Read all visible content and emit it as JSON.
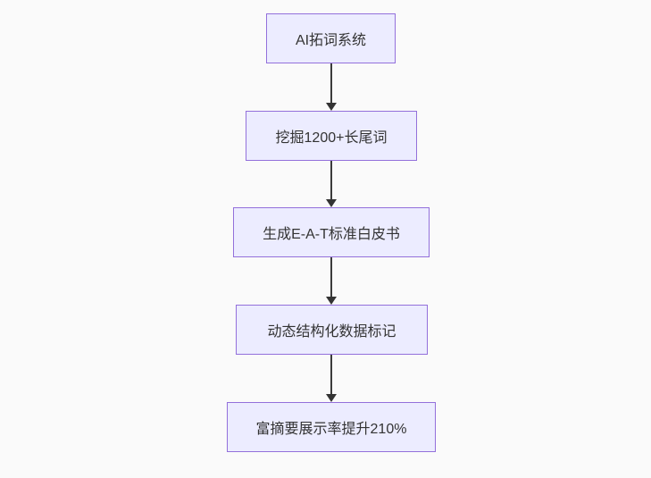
{
  "diagram": {
    "type": "flowchart",
    "direction": "top-down",
    "nodes": [
      {
        "id": "A",
        "label": "AI拓词系统"
      },
      {
        "id": "B",
        "label": "挖掘1200+长尾词"
      },
      {
        "id": "C",
        "label": "生成E-A-T标准白皮书"
      },
      {
        "id": "D",
        "label": "动态结构化数据标记"
      },
      {
        "id": "E",
        "label": "富摘要展示率提升210%"
      }
    ],
    "edges": [
      {
        "from": "A",
        "to": "B"
      },
      {
        "from": "B",
        "to": "C"
      },
      {
        "from": "C",
        "to": "D"
      },
      {
        "from": "D",
        "to": "E"
      }
    ],
    "colors": {
      "node_fill": "#ECECFF",
      "node_border": "#9370DB",
      "node_text": "#333333",
      "arrow": "#333333",
      "background": "#FAFAFA"
    }
  }
}
